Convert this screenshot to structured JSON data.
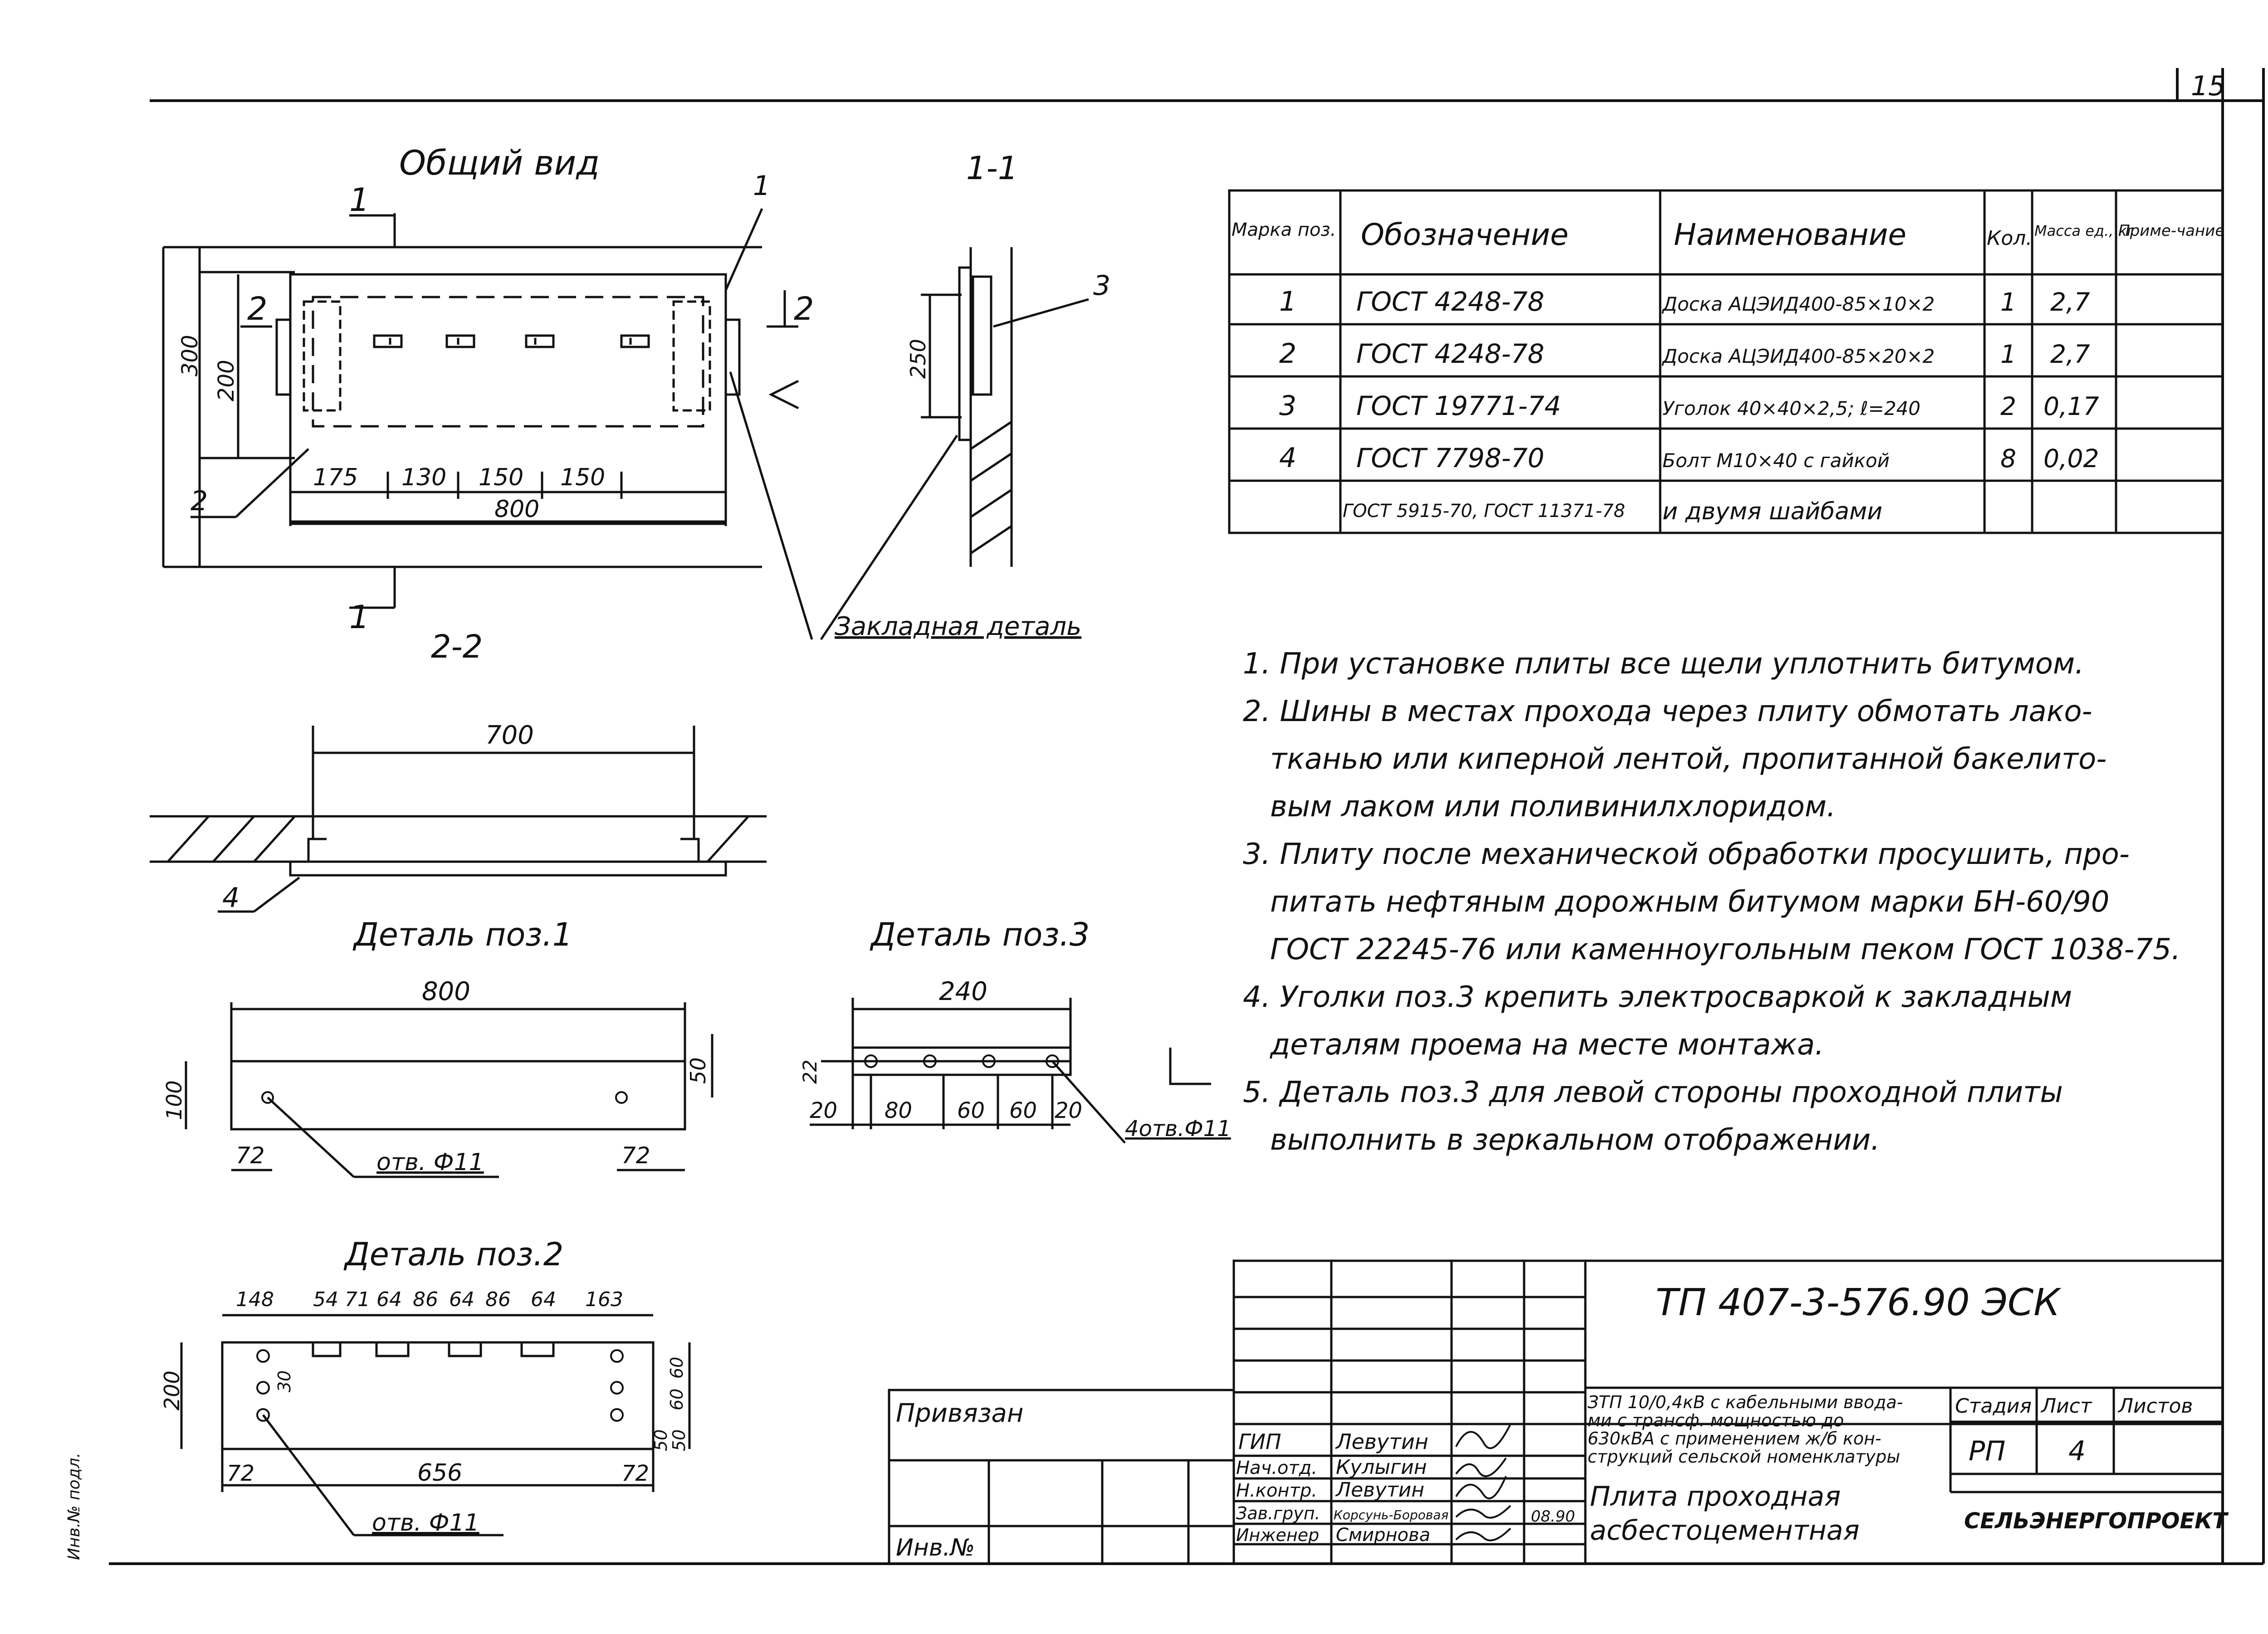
{
  "sheet_corner": "15",
  "general_view": {
    "title": "Общий вид",
    "sec_mark_1": "1",
    "sec_mark_2": "2",
    "pos1": "1",
    "pos2": "2",
    "dim_300": "300",
    "dim_200": "200",
    "dim_175": "175",
    "dim_130": "130",
    "dim_150a": "150",
    "dim_150b": "150",
    "dim_800": "800",
    "embed_label": "Закладная деталь"
  },
  "section_11": {
    "title": "1-1",
    "dim_250": "250",
    "pos3": "3"
  },
  "section_22": {
    "title": "2-2",
    "dim_700": "700",
    "pos4": "4"
  },
  "detail1": {
    "title": "Деталь поз.1",
    "dim_800": "800",
    "dim_50": "50",
    "dim_100": "100",
    "dim_72a": "72",
    "dim_72b": "72",
    "hole": "отв. Ф11"
  },
  "detail3": {
    "title": "Деталь поз.3",
    "dim_240": "240",
    "dim_22": "22",
    "dims": [
      "20",
      "80",
      "60",
      "60",
      "20"
    ],
    "hole": "4отв.Ф11"
  },
  "detail2": {
    "title": "Деталь поз.2",
    "top_dims": [
      "148",
      "54",
      "71",
      "64",
      "86",
      "64",
      "86",
      "64",
      "163"
    ],
    "dim_200": "200",
    "dim_30": "30",
    "dim_60a": "60",
    "dim_60b": "60",
    "dim_50a": "50",
    "dim_50b": "50",
    "dim_72a": "72",
    "dim_656": "656",
    "dim_72b": "72",
    "hole": "отв. Ф11"
  },
  "spec_table": {
    "headers": [
      "Марка поз.",
      "Обозначение",
      "Наименование",
      "Кол.",
      "Масса ед., кг",
      "Приме-чание"
    ],
    "rows": [
      [
        "1",
        "ГОСТ 4248-78",
        "Доска АЦЭИД400-85×10×2",
        "1",
        "2,7",
        ""
      ],
      [
        "2",
        "ГОСТ 4248-78",
        "Доска АЦЭИД400-85×20×2",
        "1",
        "2,7",
        ""
      ],
      [
        "3",
        "ГОСТ 19771-74",
        "Уголок 40×40×2,5; ℓ=240",
        "2",
        "0,17",
        ""
      ],
      [
        "4",
        "ГОСТ 7798-70",
        "Болт М10×40 с гайкой",
        "8",
        "0,02",
        ""
      ],
      [
        "",
        "ГОСТ 5915-70, ГОСТ 11371-78",
        "и двумя шайбами",
        "",
        "",
        ""
      ]
    ]
  },
  "notes": [
    "1. При установке плиты все щели уплотнить битумом.",
    "2. Шины в местах прохода через плиту обмотать лако-",
    "тканью или киперной лентой, пропитанной бакелито-",
    "вым лаком или поливинилхлоридом.",
    "3. Плиту после механической обработки просушить, про-",
    "питать нефтяным дорожным битумом марки БН-60/90",
    "ГОСТ 22245-76 или каменноугольным пеком ГОСТ 1038-75.",
    "4. Уголки поз.3 крепить электросваркой к закладным",
    "деталям проема на месте монтажа.",
    "5. Деталь поз.3 для левой стороны проходной плиты",
    "выполнить в зеркальном отображении."
  ],
  "title_block": {
    "doc_code": "ТП 407-3-576.90   ЭСК",
    "project_desc": [
      "ЗТП 10/0,4кВ с кабельными ввода-",
      "ми с трансф. мощностью до",
      "630кВА с применением ж/б кон-",
      "струкций сельской номенклатуры"
    ],
    "sheet_title": [
      "Плита проходная",
      "асбестоцементная"
    ],
    "stage_label": "Стадия",
    "sheet_label": "Лист",
    "sheets_label": "Листов",
    "stage": "РП",
    "sheet": "4",
    "sheets": "",
    "org": "СЕЛЬЭНЕРГОПРОЕКТ",
    "privyazan": "Привязан",
    "inv_no": "Инв.№",
    "inv_no_side": "Инв.№ подл.",
    "date": "08.90",
    "signatures": [
      {
        "role": "ГИП",
        "name": "Левутин"
      },
      {
        "role": "Нач.отд.",
        "name": "Кулыгин"
      },
      {
        "role": "Н.контр.",
        "name": "Левутин"
      },
      {
        "role": "Зав.груп.",
        "name": "Корсунь-Боровая"
      },
      {
        "role": "Инженер",
        "name": "Смирнова"
      }
    ]
  }
}
